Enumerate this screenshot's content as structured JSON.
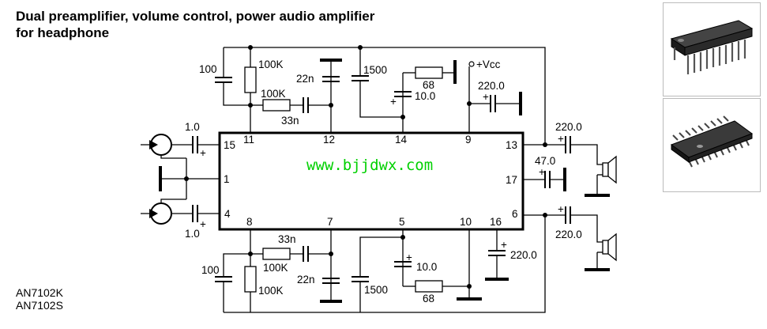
{
  "title": {
    "line1": "Dual preamplifier, volume control, power audio amplifier",
    "line2": "for headphone"
  },
  "part_numbers": [
    "AN7102K",
    "AN7102S"
  ],
  "watermark": "www.bjjdwx.com",
  "supply_label": "+Vcc",
  "polarity_mark": "+",
  "pins": {
    "p15": "15",
    "p11": "11",
    "p12": "12",
    "p14": "14",
    "p9": "9",
    "p13": "13",
    "p1": "1",
    "p17": "17",
    "p4": "4",
    "p8": "8",
    "p7": "7",
    "p5": "5",
    "p10": "10",
    "p16": "16",
    "p6": "6"
  },
  "components": {
    "top_100": "100",
    "top_100k_v": "100K",
    "top_22n": "22n",
    "top_1500": "1500",
    "top_68": "68",
    "top_100k_h": "100K",
    "top_10": "10.0",
    "top_33n": "33n",
    "top_220": "220.0",
    "in_top_1": "1.0",
    "out_top_220": "220.0",
    "c_47": "47.0",
    "out_bot_220": "220.0",
    "in_bot_1": "1.0",
    "bot_33n": "33n",
    "bot_100k_h": "100K",
    "bot_10": "10.0",
    "bot_220": "220.0",
    "bot_100": "100",
    "bot_22n": "22n",
    "bot_1500": "1500",
    "bot_100k_v": "100K",
    "bot_68": "68"
  },
  "colors": {
    "ink": "#000000",
    "watermark": "#00d000",
    "package_border": "#bbbbbb"
  }
}
